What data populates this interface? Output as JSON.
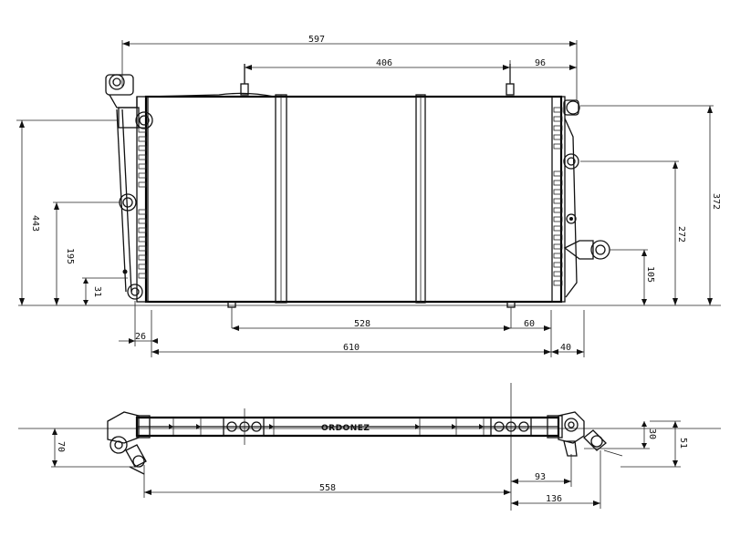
{
  "top_view": {
    "dimensions": {
      "total_width": "597",
      "core_width": "406",
      "right_offset": "96",
      "height_overall": "372",
      "height_left": "443",
      "height_right_mid": "272",
      "left_inlet_height": "195",
      "right_outlet_height": "105",
      "left_bottom_offset": "31",
      "bottom_span": "528",
      "bottom_right_offset": "60",
      "left_margin": "26",
      "core_span": "610",
      "right_margin": "40"
    }
  },
  "side_view": {
    "brand": "ORDONEZ",
    "dimensions": {
      "left_depth": "70",
      "span_558": "558",
      "offset_93": "93",
      "offset_136": "136",
      "depth_30": "30",
      "depth_51": "51"
    }
  }
}
